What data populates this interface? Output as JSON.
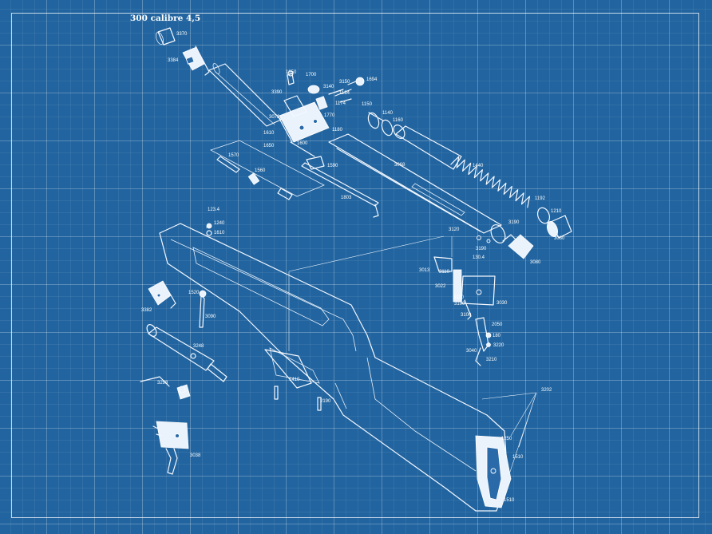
{
  "title": "300 calibre 4,5",
  "part_labels": [
    "3370",
    "3384",
    "1050",
    "1700",
    "3390",
    "3140",
    "3150",
    "1694",
    "1134",
    "1174",
    "1150",
    "1140",
    "1160",
    "3072",
    "1770",
    "1180",
    "1610",
    "1650",
    "1600",
    "1570",
    "1590",
    "3068",
    "1440",
    "1560",
    "1803",
    "1192",
    "1210",
    "123.4",
    "1240",
    "1610",
    "3120",
    "3190",
    "3060",
    "3190",
    "130.4",
    "3080",
    "3013",
    "3110",
    "3022",
    "3110",
    "3100",
    "3030",
    "1520",
    "3382",
    "3090",
    "3100",
    "2050",
    "3248",
    "3040",
    "180",
    "3220",
    "3210",
    "1410",
    "3298",
    "3038",
    "2190",
    "3202",
    "1250",
    "1510",
    "1510"
  ]
}
